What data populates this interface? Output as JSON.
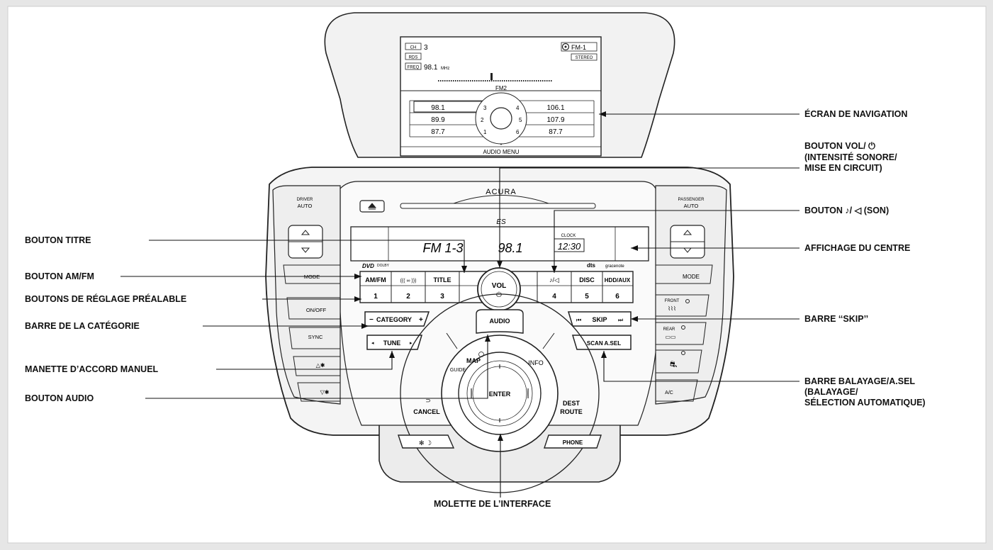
{
  "nav_screen": {
    "ch_tag": "CH",
    "ch_value": "3",
    "rds_tag": "RDS",
    "freq_tag": "FREQ",
    "freq_value": "98.1",
    "freq_unit": "MHz",
    "band": "FM-1",
    "stereo": "STEREO",
    "preset_group": "FM2",
    "audio_menu": "AUDIO MENU",
    "presets": [
      {
        "num": "1",
        "freq": "87.7"
      },
      {
        "num": "2",
        "freq": "89.9"
      },
      {
        "num": "3",
        "freq": "98.1"
      },
      {
        "num": "4",
        "freq": "106.1"
      },
      {
        "num": "5",
        "freq": "107.9"
      },
      {
        "num": "6",
        "freq": "87.7"
      }
    ]
  },
  "panel": {
    "brand": "ACURA",
    "es_mark": "ES",
    "center_display_left": "FM 1-3",
    "center_display_mid": "98.1",
    "clock_tag": "CLOCK",
    "clock_time": "12:30",
    "dvd_logo": "DVD",
    "dolby_logo": "DOLBY",
    "dts_logo": "dts",
    "gracenote_logo": "gracenote",
    "buttons": {
      "amfm": "AM/FM",
      "surround": "((( ∞ )))",
      "title": "TITLE",
      "vol": "VOL",
      "sound": "♪/◁",
      "disc": "DISC",
      "hddaux": "HDD/AUX",
      "category": "CATEGORY",
      "tune": "TUNE",
      "audio": "AUDIO",
      "skip": "SKIP",
      "scan": "SCAN A.SEL",
      "map": "MAP",
      "guide": "GUIDE",
      "info": "INFO",
      "cancel": "CANCEL",
      "dest": "DEST",
      "route": "ROUTE",
      "enter": "ENTER",
      "phone": "PHONE"
    },
    "preset_numbers": [
      "1",
      "2",
      "3",
      "4",
      "5",
      "6"
    ],
    "climate_left": {
      "driver": "DRIVER",
      "auto": "AUTO",
      "mode": "MODE",
      "onoff": "ON/OFF",
      "sync": "SYNC"
    },
    "climate_right": {
      "passenger": "PASSENGER",
      "auto": "AUTO",
      "mode": "MODE",
      "front": "FRONT",
      "rear": "REAR",
      "ac": "A/C"
    }
  },
  "labels": {
    "ecran_navigation": "ÉCRAN DE NAVIGATION",
    "bouton_vol_1": "BOUTON VOL/ ⏻",
    "bouton_vol_2": "(INTENSITÉ SONORE/",
    "bouton_vol_3": "MISE EN CIRCUIT)",
    "bouton_son": "BOUTON ♪/ ◁ (SON)",
    "affichage_centre": "AFFICHAGE DU CENTRE",
    "barre_skip": "BARRE ‘‘SKIP’’",
    "barre_balayage_1": "BARRE BALAYAGE/A.SEL",
    "barre_balayage_2": "(BALAYAGE/",
    "barre_balayage_3": "SÉLECTION AUTOMATIQUE)",
    "bouton_titre": "BOUTON TITRE",
    "bouton_amfm": "BOUTON AM/FM",
    "boutons_reglage": "BOUTONS DE RÉGLAGE PRÉALABLE",
    "barre_categorie": "BARRE DE LA CATÉGORIE",
    "manette_accord": "MANETTE D’ACCORD MANUEL",
    "bouton_audio": "BOUTON AUDIO",
    "molette_interface": "MOLETTE DE L’INTERFACE"
  }
}
